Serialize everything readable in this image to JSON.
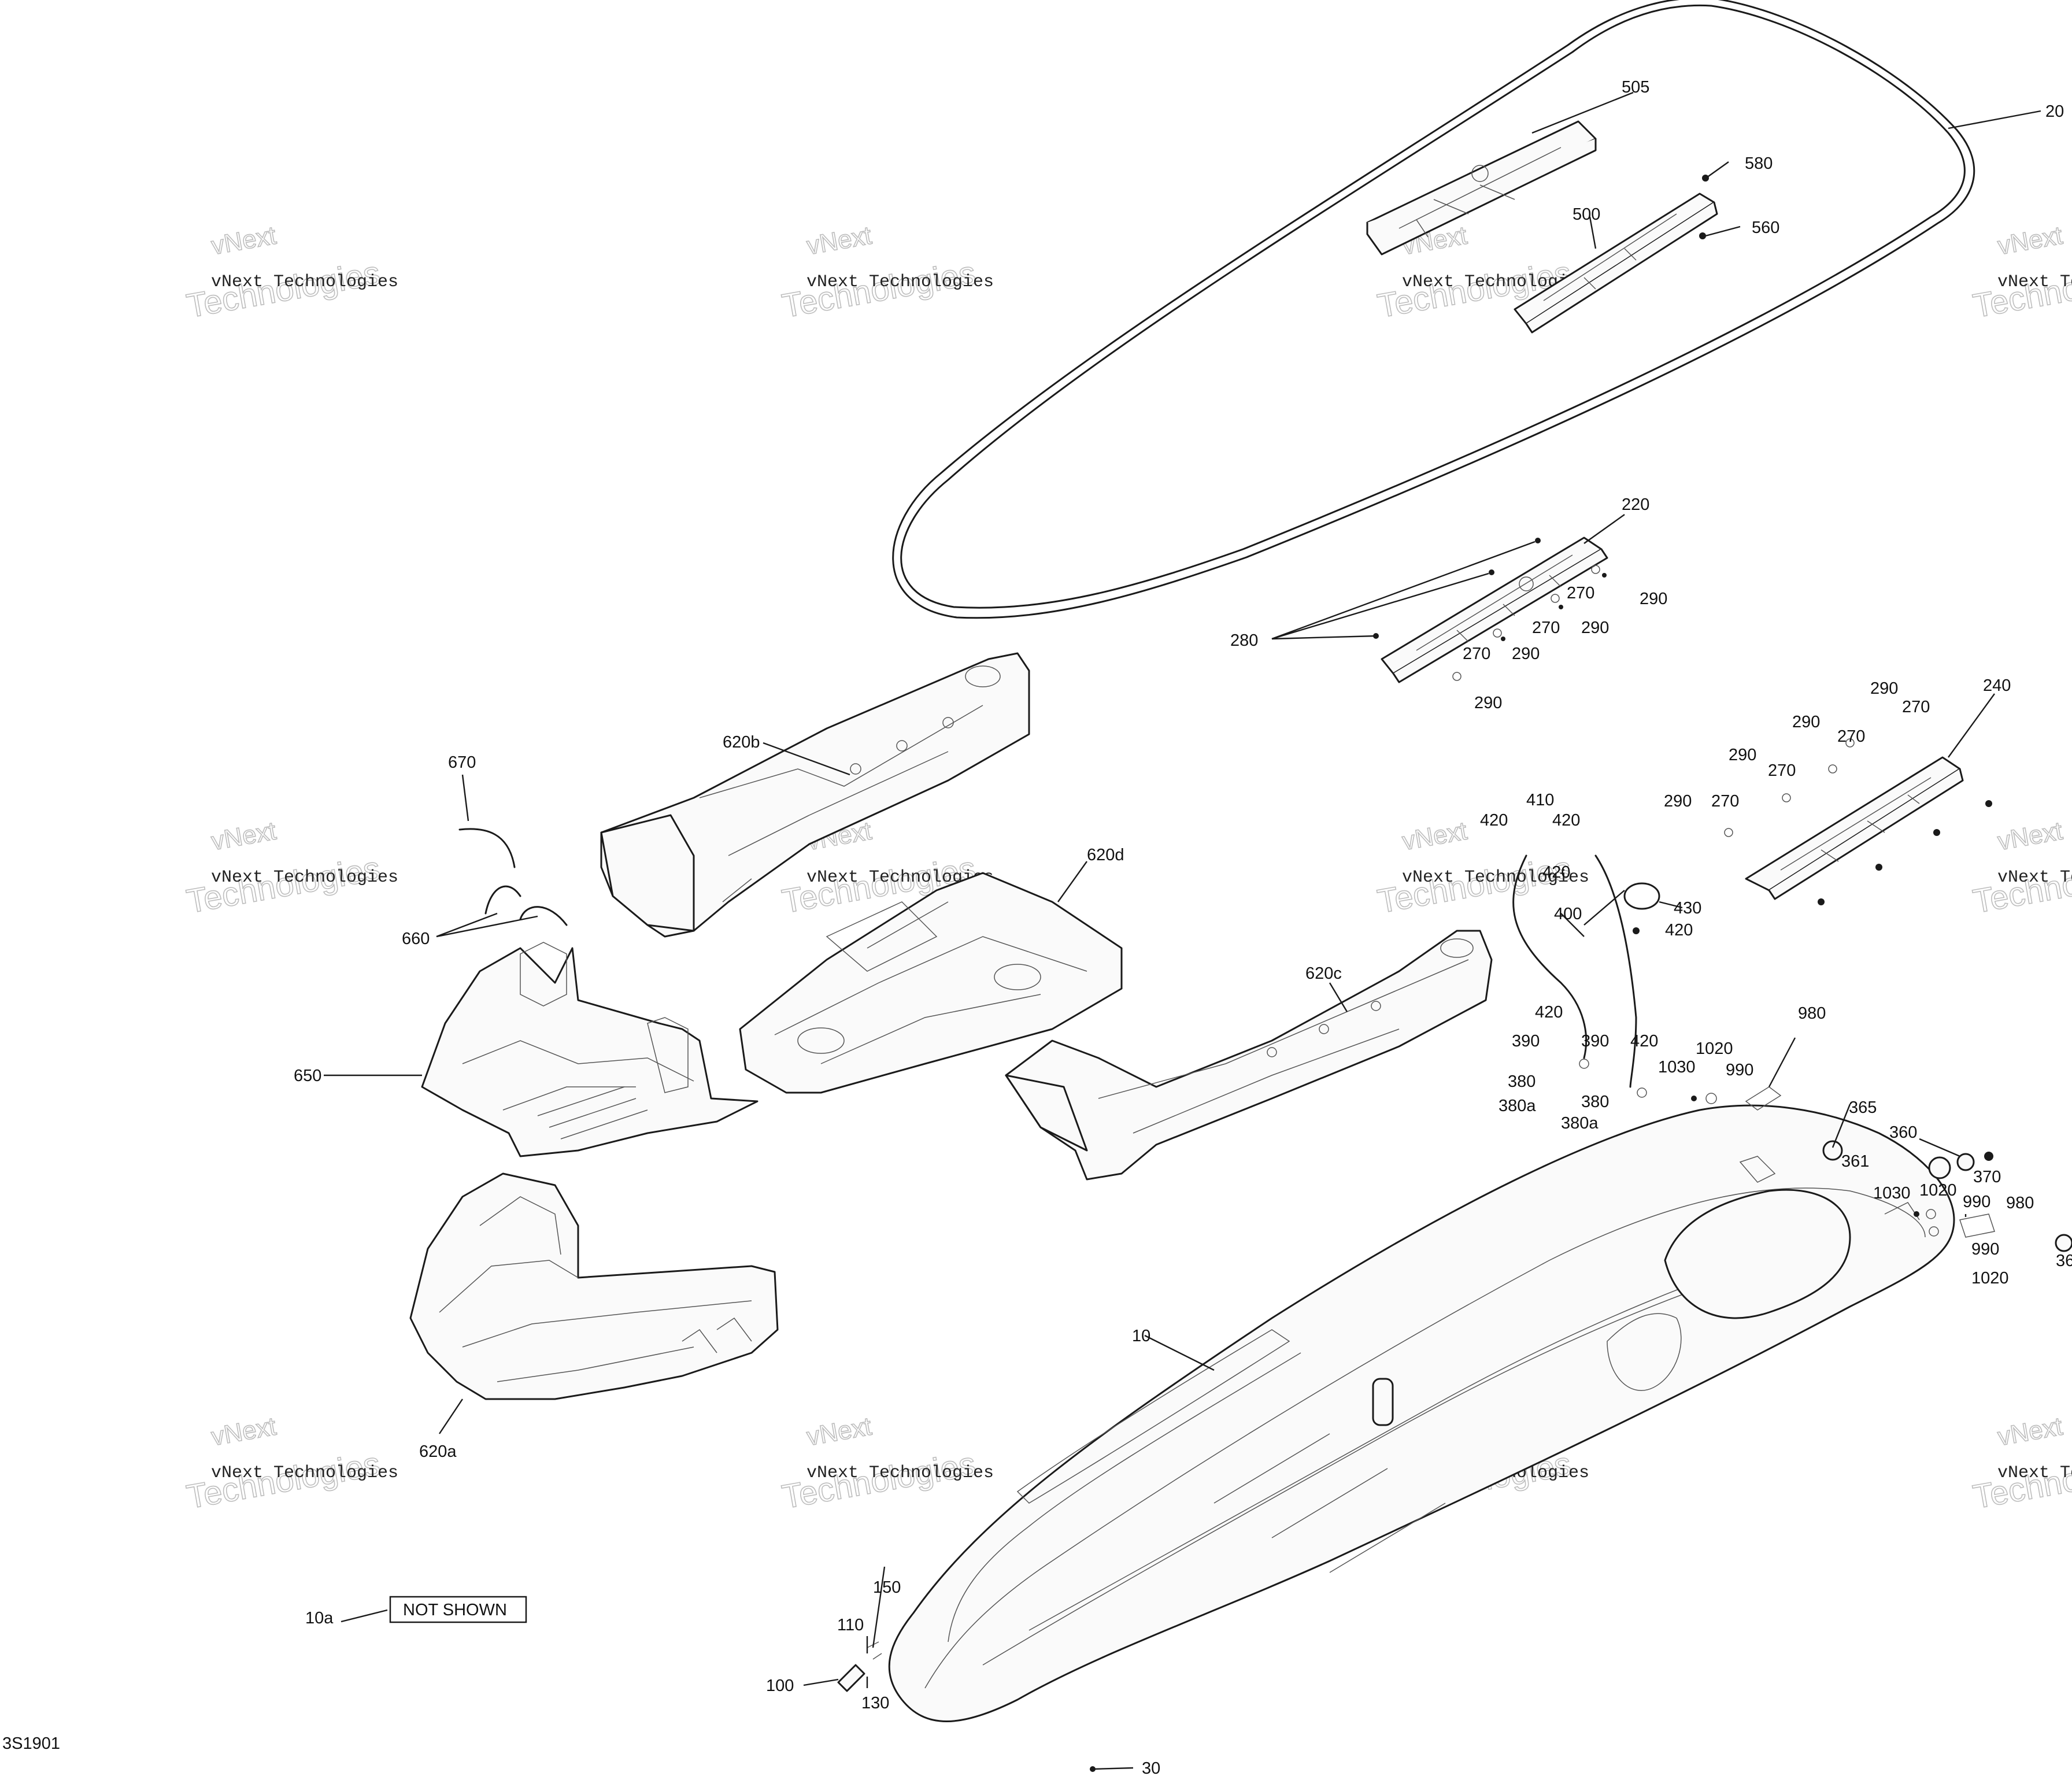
{
  "diagram": {
    "drawing_code": "3S1901",
    "labels": [
      {
        "id": "l20",
        "text": "20"
      },
      {
        "id": "l505",
        "text": "505"
      },
      {
        "id": "l580",
        "text": "580"
      },
      {
        "id": "l500",
        "text": "500"
      },
      {
        "id": "l560",
        "text": "560"
      },
      {
        "id": "l220",
        "text": "220"
      },
      {
        "id": "l270a",
        "text": "270"
      },
      {
        "id": "l290a",
        "text": "290"
      },
      {
        "id": "l270b",
        "text": "270"
      },
      {
        "id": "l290b",
        "text": "290"
      },
      {
        "id": "l270c",
        "text": "270"
      },
      {
        "id": "l290c",
        "text": "290"
      },
      {
        "id": "l290d",
        "text": "290"
      },
      {
        "id": "l280",
        "text": "280"
      },
      {
        "id": "l240",
        "text": "240"
      },
      {
        "id": "l290e",
        "text": "290"
      },
      {
        "id": "l270e",
        "text": "270"
      },
      {
        "id": "l290f",
        "text": "290"
      },
      {
        "id": "l270f",
        "text": "270"
      },
      {
        "id": "l290g",
        "text": "290"
      },
      {
        "id": "l270g",
        "text": "270"
      },
      {
        "id": "l290h",
        "text": "290"
      },
      {
        "id": "l270h",
        "text": "270"
      },
      {
        "id": "l670",
        "text": "670"
      },
      {
        "id": "l620b",
        "text": "620b"
      },
      {
        "id": "l620d",
        "text": "620d"
      },
      {
        "id": "l660",
        "text": "660"
      },
      {
        "id": "l650",
        "text": "650"
      },
      {
        "id": "l620c",
        "text": "620c"
      },
      {
        "id": "l620a",
        "text": "620a"
      },
      {
        "id": "l410",
        "text": "410"
      },
      {
        "id": "l420a",
        "text": "420"
      },
      {
        "id": "l420b",
        "text": "420"
      },
      {
        "id": "l420c",
        "text": "420"
      },
      {
        "id": "l400",
        "text": "400"
      },
      {
        "id": "l430",
        "text": "430"
      },
      {
        "id": "l420d",
        "text": "420"
      },
      {
        "id": "l420e",
        "text": "420"
      },
      {
        "id": "l390a",
        "text": "390"
      },
      {
        "id": "l390b",
        "text": "390"
      },
      {
        "id": "l420f",
        "text": "420"
      },
      {
        "id": "l380a",
        "text": "380"
      },
      {
        "id": "l380b",
        "text": "380"
      },
      {
        "id": "l380aa",
        "text": "380a"
      },
      {
        "id": "l380ab",
        "text": "380a"
      },
      {
        "id": "l1030a",
        "text": "1030"
      },
      {
        "id": "l1020a",
        "text": "1020"
      },
      {
        "id": "l990a",
        "text": "990"
      },
      {
        "id": "l980a",
        "text": "980"
      },
      {
        "id": "l365",
        "text": "365"
      },
      {
        "id": "l360",
        "text": "360"
      },
      {
        "id": "l361",
        "text": "361"
      },
      {
        "id": "l370",
        "text": "370"
      },
      {
        "id": "l1030b",
        "text": "1030"
      },
      {
        "id": "l1020b",
        "text": "1020"
      },
      {
        "id": "l990b",
        "text": "990"
      },
      {
        "id": "l980b",
        "text": "980"
      },
      {
        "id": "l990c",
        "text": "990"
      },
      {
        "id": "l1020c",
        "text": "1020"
      },
      {
        "id": "l10",
        "text": "10"
      },
      {
        "id": "l10a",
        "text": "10a"
      },
      {
        "id": "l150",
        "text": "150"
      },
      {
        "id": "l110",
        "text": "110"
      },
      {
        "id": "l100",
        "text": "100"
      },
      {
        "id": "l130",
        "text": "130"
      },
      {
        "id": "l30",
        "text": "30"
      },
      {
        "id": "l36x",
        "text": "36"
      }
    ],
    "not_shown": "NOT SHOWN",
    "watermark": {
      "line1": "vNext Technologies",
      "big": "Technologies",
      "small": "vNext"
    }
  }
}
